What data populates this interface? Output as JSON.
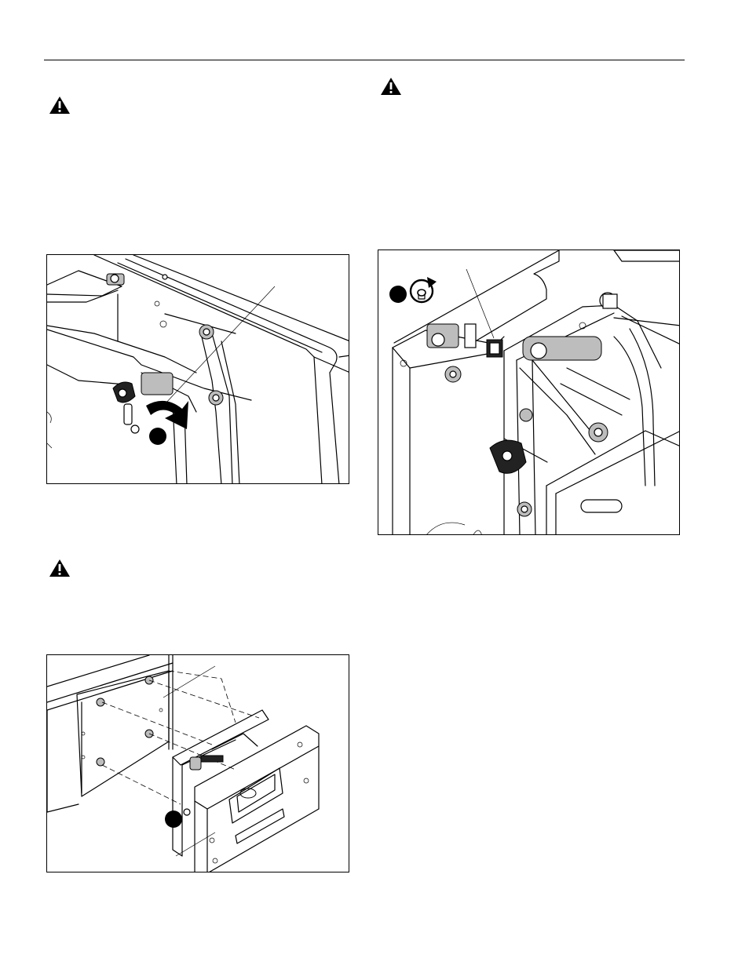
{
  "page": {
    "header_rule": true
  },
  "icons": {
    "warning": "warning-triangle-icon",
    "rotate": "rotate-clockwise-icon"
  },
  "colors": {
    "ink": "#000000",
    "paper": "#ffffff",
    "shade": "#bdbdbd"
  },
  "figures": [
    {
      "id": "figure-top-left",
      "callout": "step-marker"
    },
    {
      "id": "figure-top-right",
      "callout": "step-marker"
    },
    {
      "id": "figure-bottom-left",
      "callout": "step-marker"
    }
  ]
}
